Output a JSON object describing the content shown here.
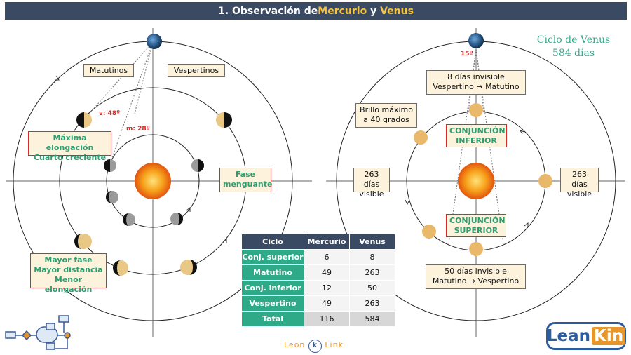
{
  "title": {
    "prefix": "1. Observación de ",
    "mercury": "Mercurio",
    "joiner": " y ",
    "venus": "Venus"
  },
  "left": {
    "morning_label": "Matutinos",
    "evening_label": "Vespertinos",
    "angle_v": "v: 48º",
    "angle_m": "m: 28º",
    "max_elongation_1": "Máxima elongación",
    "max_elongation_2": "Cuarto creciente",
    "waning_1": "Fase",
    "waning_2": "menguante",
    "major_1": "Mayor fase",
    "major_2": "Mayor distancia",
    "major_3": "Menor elongación"
  },
  "right": {
    "cycle_title": "Ciclo de Venus",
    "cycle_days": "584 días",
    "angle": "15º",
    "invisible8_1": "8 días invisible",
    "invisible8_2": "Vespertino → Matutino",
    "brightness_1": "Brillo máximo",
    "brightness_2": "a 40 grados",
    "conj_inf_1": "CONJUNCIÓN",
    "conj_inf_2": "INFERIOR",
    "visible_left_1": "263 días",
    "visible_left_2": "visible",
    "visible_right_1": "263 días",
    "visible_right_2": "visible",
    "conj_sup_1": "CONJUNCIÓN",
    "conj_sup_2": "SUPERIOR",
    "invisible50_1": "50 días invisible",
    "invisible50_2": "Matutino → Vespertino"
  },
  "table": {
    "headers": [
      "Ciclo",
      "Mercurio",
      "Venus"
    ],
    "rows": [
      [
        "Conj. superior",
        "6",
        "8"
      ],
      [
        "Matutino",
        "49",
        "263"
      ],
      [
        "Conj. inferior",
        "12",
        "50"
      ],
      [
        "Vespertino",
        "49",
        "263"
      ],
      [
        "Total",
        "116",
        "584"
      ]
    ]
  },
  "footer": {
    "brand_left": "Leon",
    "brand_mid": "k",
    "brand_right": "Link",
    "logo_a": "Lean",
    "logo_b": "Kin"
  },
  "colors": {
    "title_bg": "#3b4a63",
    "highlight": "#f5c542",
    "green": "#2eaa88",
    "red": "#d62a2a",
    "beige": "#fdf3dc"
  }
}
